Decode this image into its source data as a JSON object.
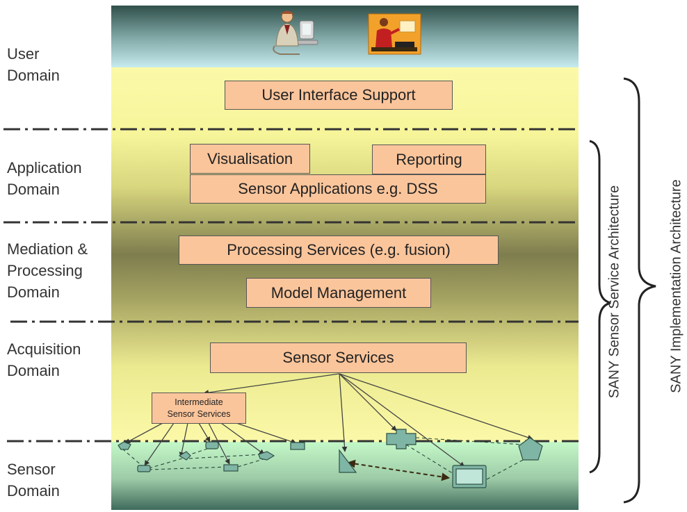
{
  "domains": {
    "user": [
      "User",
      "Domain"
    ],
    "application": [
      "Application",
      "Domain"
    ],
    "mediation": [
      "Mediation &",
      "Processing",
      "Domain"
    ],
    "acquisition": [
      "Acquisition",
      "Domain"
    ],
    "sensor": [
      "Sensor",
      "Domain"
    ]
  },
  "components": {
    "user_interface_support": "User Interface Support",
    "visualisation": "Visualisation",
    "reporting": "Reporting",
    "sensor_applications": "Sensor Applications e.g. DSS",
    "processing_services": "Processing Services (e.g. fusion)",
    "model_management": "Model Management",
    "sensor_services": "Sensor Services",
    "intermediate_sensor_services": [
      "Intermediate",
      "Sensor Services"
    ]
  },
  "brackets": {
    "service_architecture": "SANY Sensor Service  Architecture",
    "implementation_architecture": "SANY Implementation Architecture"
  },
  "icons": [
    "user-at-computer-icon",
    "presenter-at-laptop-icon"
  ],
  "colors": {
    "box_fill": "#fbc59b",
    "user_band": "#bfe4ea",
    "application_band": "#f8f4a6",
    "mediation_band": "#7a7a4a",
    "sensor_band": "#c4f4c4",
    "separator": "#333333"
  }
}
